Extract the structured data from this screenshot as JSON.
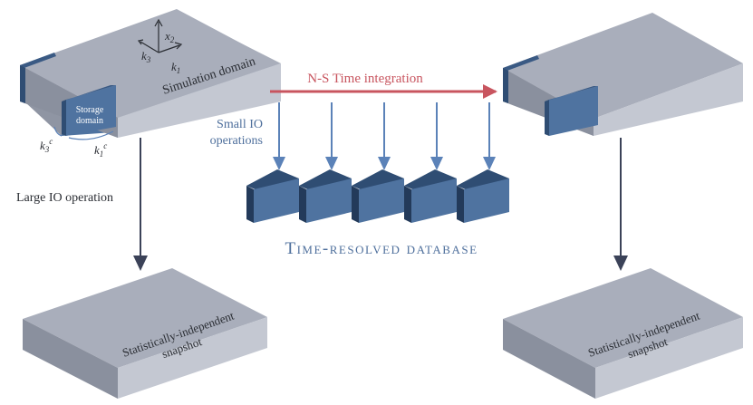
{
  "labels": {
    "simulation_domain": "Simulation domain",
    "storage_domain_line1": "Storage",
    "storage_domain_line2": "domain",
    "axis_x2": "x",
    "axis_x2_sub": "2",
    "axis_k3": "k",
    "axis_k3_sub": "3",
    "axis_k1": "k",
    "axis_k1_sub": "1",
    "k3c_base": "k",
    "k3c_sub": "3",
    "k3c_sup": "c",
    "k1c_base": "k",
    "k1c_sub": "1",
    "k1c_sup": "c",
    "ns_time_integration": "N-S Time integration",
    "small_io_line1": "Small IO",
    "small_io_line2": "operations",
    "large_io": "Large IO operation",
    "time_resolved_database": "Time-resolved database",
    "snapshot_left_line1": "Statistically-independent",
    "snapshot_left_line2": "snapshot",
    "snapshot_right_line1": "Statistically-independent",
    "snapshot_right_line2": "snapshot"
  },
  "colors": {
    "slab_top": "#a9aebb",
    "slab_front": "#c4c8d2",
    "slab_side": "#8a909e",
    "storage_front": "#4f73a0",
    "storage_top": "#3a5a84",
    "storage_side": "#2f4d73",
    "arrow_red": "#c8555f",
    "arrow_blue": "#5b82b8",
    "arrow_dark": "#3b4258",
    "blue_text": "#4e6f9c",
    "dark_text": "#2a2d33"
  }
}
